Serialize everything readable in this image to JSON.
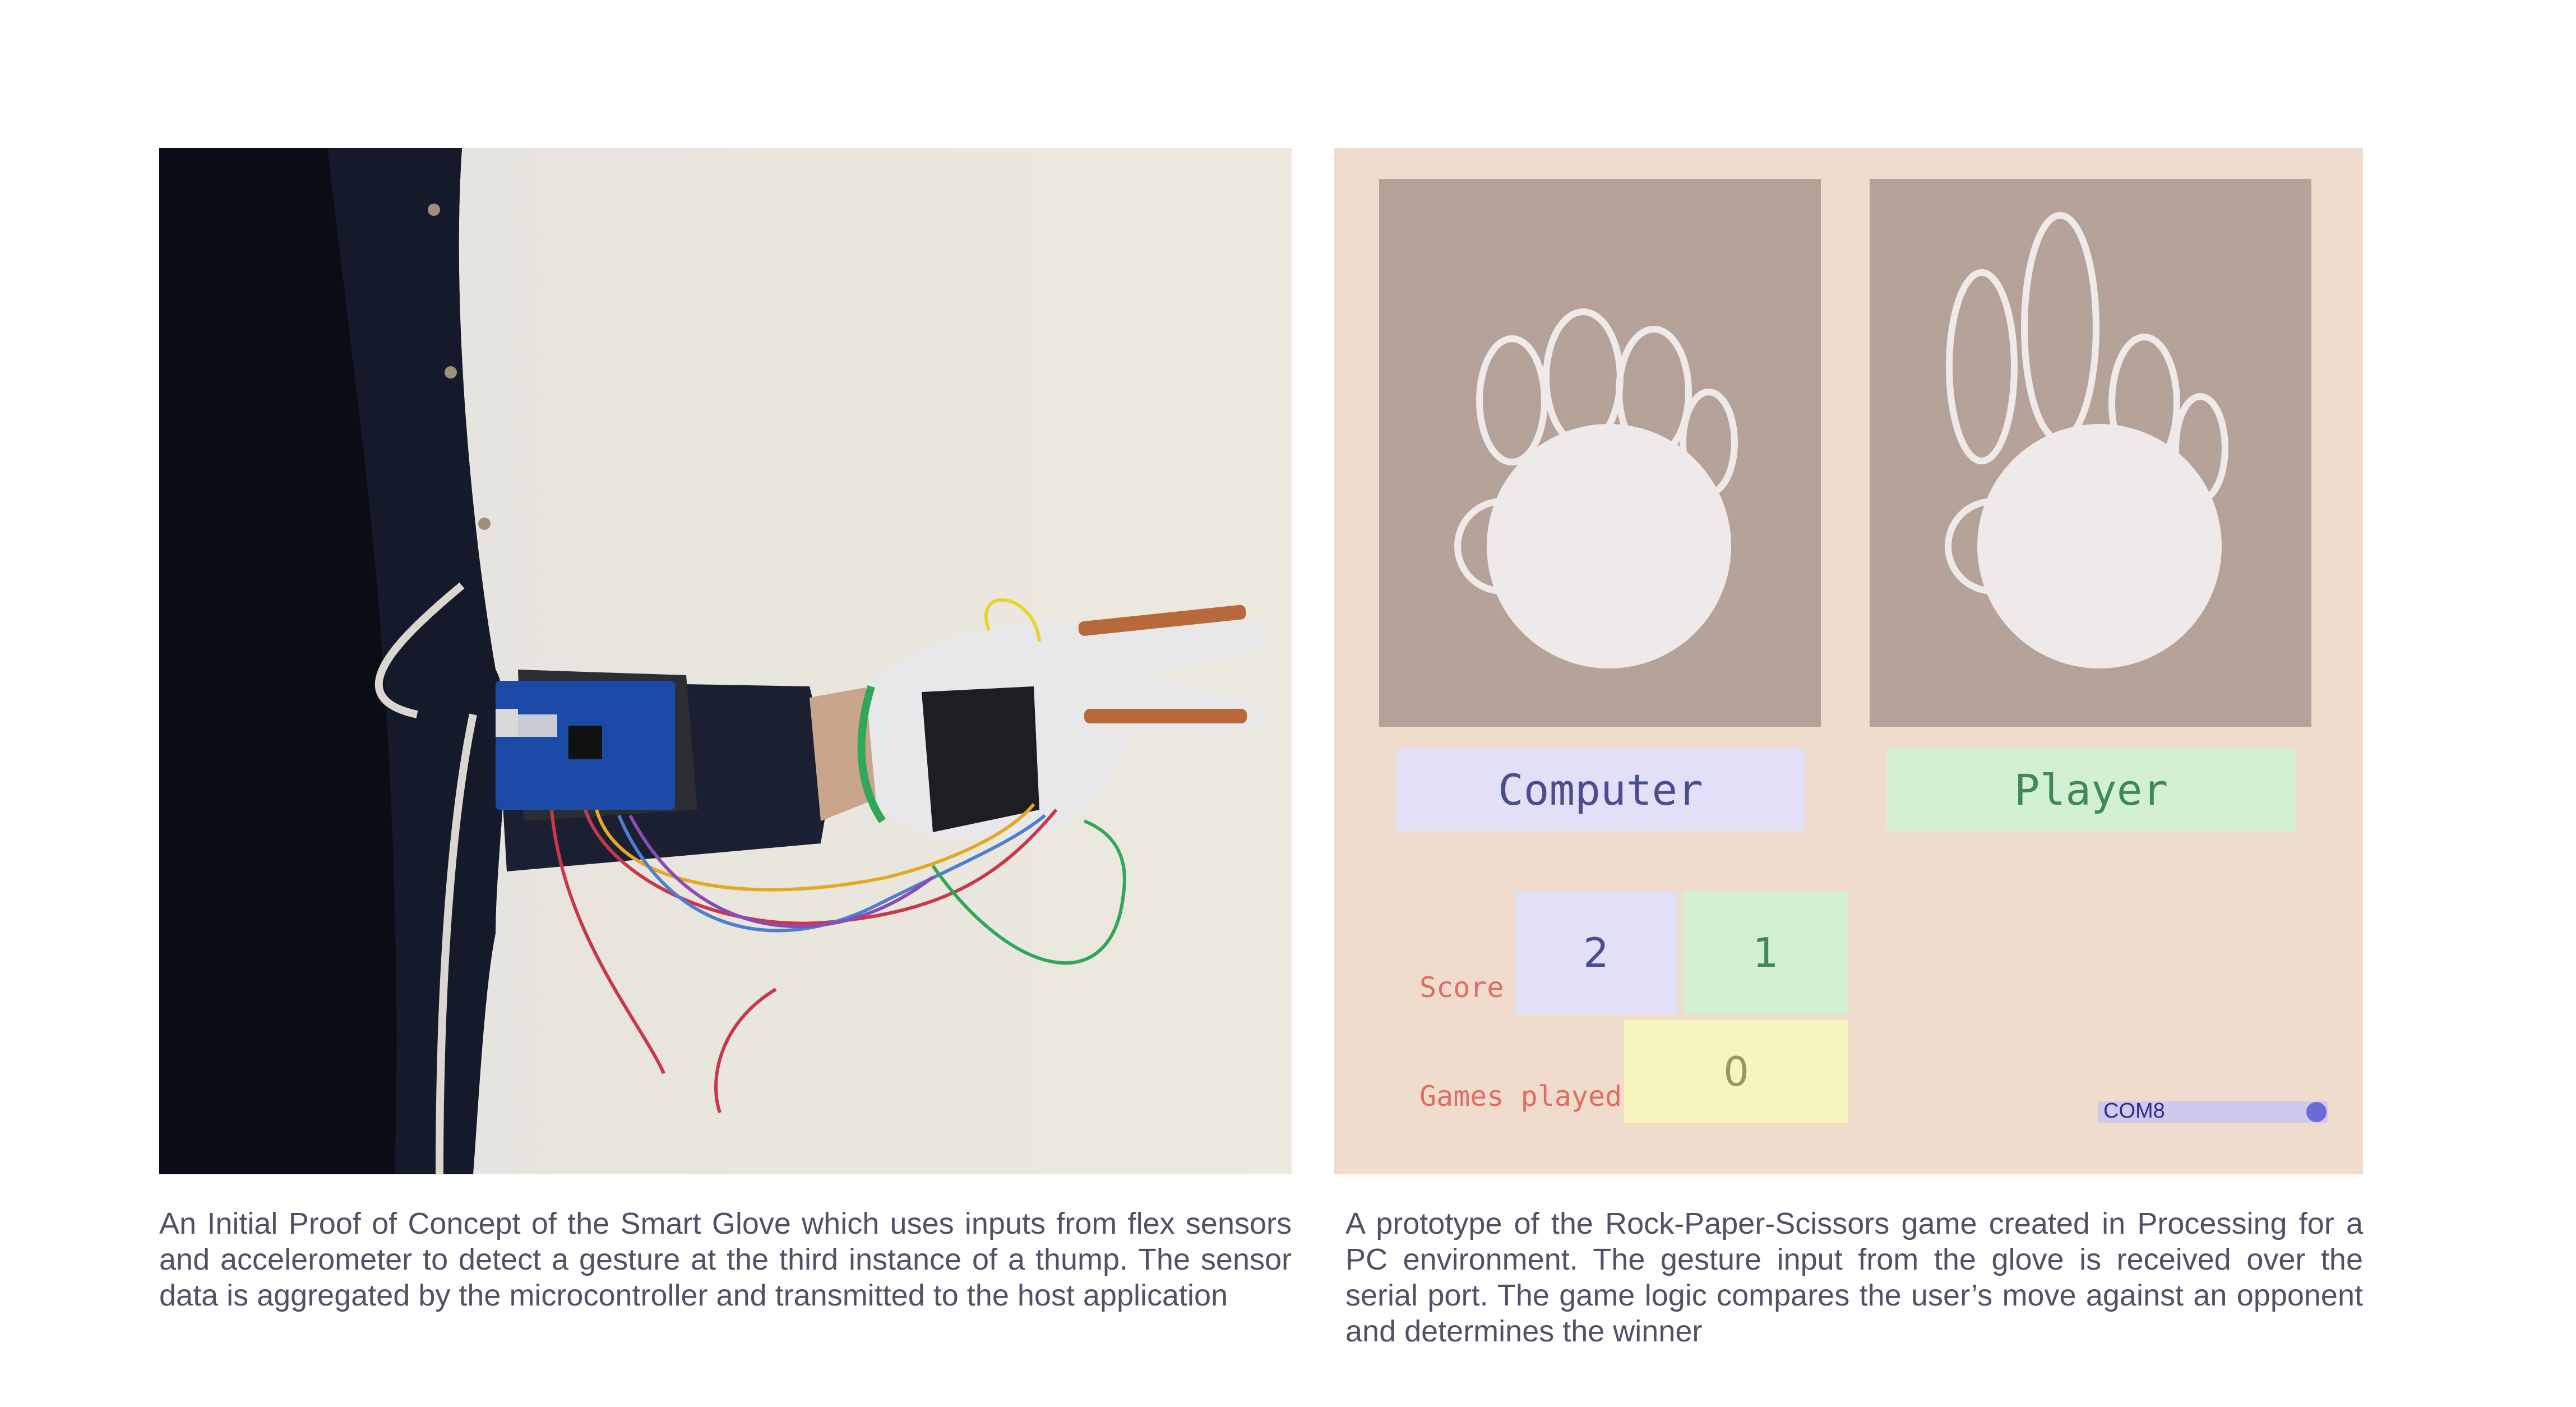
{
  "photo": {
    "icons": [
      "glove-icon",
      "arduino-board-icon",
      "flex-sensor-icon",
      "cable-icon"
    ]
  },
  "game": {
    "computer_label": "Computer",
    "player_label": "Player",
    "score_label": "Score",
    "games_played_label": "Games played",
    "computer_score": "2",
    "player_score": "1",
    "games_played": "0",
    "port": "COM8",
    "icons": [
      "paper-hand-icon",
      "scissors-hand-icon"
    ],
    "colors": {
      "background": "#f0dccd",
      "hand_box": "#b5a399",
      "computer_box": "#e1e0f7",
      "player_box": "#d4f0d4",
      "games_box": "#f7f5bd",
      "label_red": "#e06c62",
      "computer_text": "#4a4e8e",
      "player_text": "#3f8a55",
      "games_text": "#9a9860"
    }
  },
  "captions": {
    "left": "An Initial Proof of Concept of the Smart Glove which uses inputs from flex sensors and accelerometer to detect a gesture at the third instance of a thump. The sensor data is aggregated by the microcontroller and transmitted to the host application",
    "right": "A prototype of the Rock-Paper-Scissors game created in Processing for a PC environment. The gesture input from the glove is received over the serial port. The game logic compares the user’s move against an opponent and determines the winner"
  }
}
